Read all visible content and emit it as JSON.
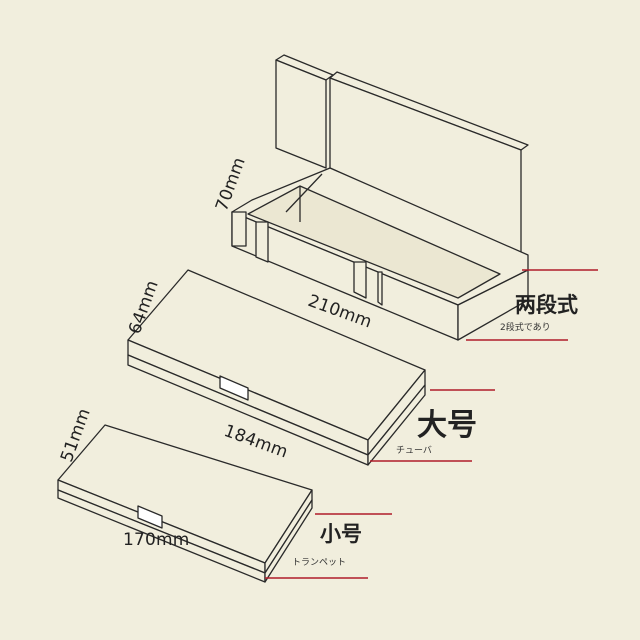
{
  "colors": {
    "background": "#f1eedd",
    "line": "#2a2a2a",
    "accent": "#b01c2a",
    "latch": "#ffffff"
  },
  "boxes": [
    {
      "name": "two-tier",
      "title": "两段式",
      "subtitle": "2段式であり",
      "length_label": "210mm",
      "height_label": "70mm"
    },
    {
      "name": "large",
      "title": "大号",
      "subtitle": "チューバ",
      "length_label": "184mm",
      "height_label": "64mm"
    },
    {
      "name": "small",
      "title": "小号",
      "subtitle": "トランペット",
      "length_label": "170mm",
      "height_label": "51mm"
    }
  ]
}
